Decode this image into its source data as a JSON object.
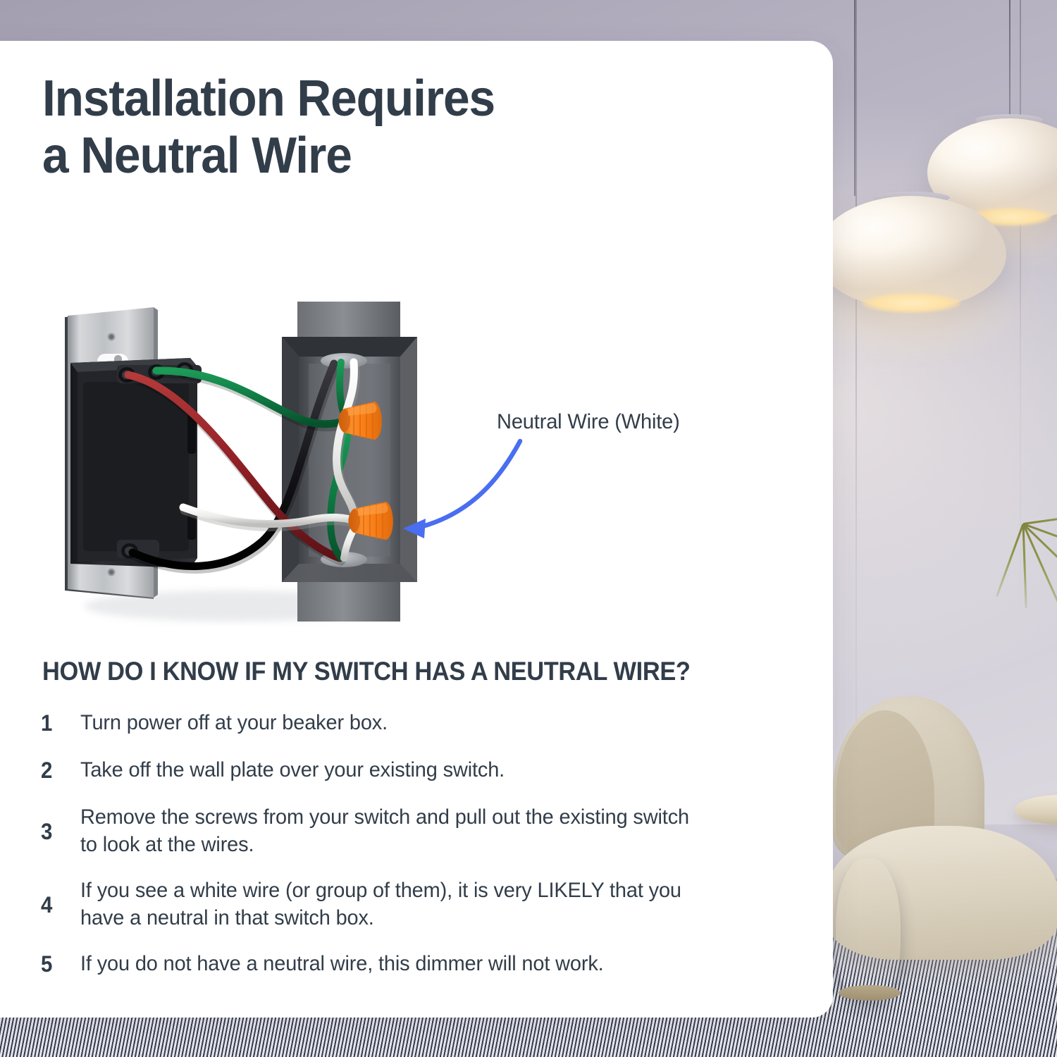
{
  "card": {
    "title": "Installation Requires\na Neutral Wire",
    "subheading": "HOW DO I KNOW IF MY SWITCH HAS A NEUTRAL WIRE?"
  },
  "steps": [
    {
      "num": "1",
      "text": "Turn power off at your beaker box."
    },
    {
      "num": "2",
      "text": "Take off the wall plate over your existing switch."
    },
    {
      "num": "3",
      "text": "Remove the screws from your switch and pull out the existing switch\nto look at the wires."
    },
    {
      "num": "4",
      "text": "If you see a white wire (or group of them), it is very LIKELY that you\nhave a neutral in that switch box."
    },
    {
      "num": "5",
      "text": "If you do not have a neutral wire, this dimmer will not work."
    }
  ],
  "diagram": {
    "annotation_label": "Neutral Wire (White)",
    "arrow_color": "#4a6ef0",
    "parts": {
      "wall_plate_bracket": "wall-plate-bracket",
      "dimmer_body": "dimmer-switch-body",
      "electrical_box": "electrical-junction-box",
      "wire_nut_upper": "wire-nut-upper",
      "wire_nut_lower": "wire-nut-lower"
    },
    "wires": [
      {
        "name": "red-wire",
        "color": "#8e1f24"
      },
      {
        "name": "green-wire",
        "color": "#0f7b43"
      },
      {
        "name": "white-wire",
        "color": "#f2f2f0"
      },
      {
        "name": "black-wire",
        "color": "#15151a"
      }
    ],
    "wire_nut_color": "#f58220"
  },
  "theme": {
    "text_color": "#323d4a",
    "card_background": "#ffffff",
    "wall_color": "#c3bfcc",
    "accent_blue": "#4a6ef0",
    "metal_gray": "#6e7176"
  },
  "background": {
    "scene": "living-room",
    "items": [
      "pendant-lamp",
      "pendant-lamp",
      "potted-plant",
      "armchair",
      "ottoman",
      "pouf",
      "side-table",
      "striped-rug"
    ]
  }
}
